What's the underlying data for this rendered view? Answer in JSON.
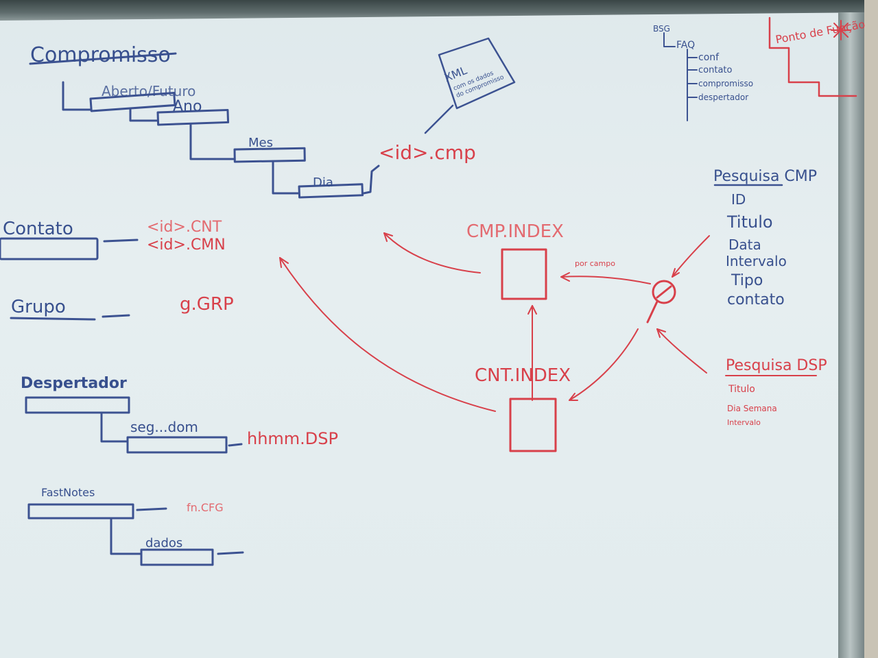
{
  "headings": {
    "compromisso": "Compromisso",
    "contato": "Contato",
    "grupo": "Grupo",
    "despertador": "Despertador",
    "fastnotes": "FastNotes",
    "pesquisa_cmp": "Pesquisa CMP",
    "pesquisa_dsp": "Pesquisa DSP",
    "ponto_funcao": "Ponto de Função"
  },
  "compromisso_tree": {
    "level1": "Aberto/Futuro",
    "level2": "Ano",
    "level3": "Mes",
    "level4": "Dia",
    "file": "<id>.cmp"
  },
  "xml_note": {
    "title": "XML",
    "line1": "com os dados",
    "line2": "do compromisso"
  },
  "contato_files": {
    "file1": "<id>.CNT",
    "file2": "<id>.CMN"
  },
  "grupo_file": "g.GRP",
  "despertador_tree": {
    "child": "seg...dom",
    "file": "hhmm.DSP"
  },
  "fastnotes_tree": {
    "config_file": "fn.CFG",
    "child": "dados"
  },
  "index": {
    "cmp": "CMP.INDEX",
    "cnt": "CNT.INDEX",
    "por_campo": "por campo"
  },
  "pesquisa_cmp_fields": [
    "ID",
    "Titulo",
    "Data",
    "Intervalo",
    "Tipo",
    "contato"
  ],
  "pesquisa_dsp_fields": [
    "Titulo",
    "Dia Semana",
    "Intervalo"
  ],
  "bsg_tree": {
    "root": "BSG",
    "child": "FAQ",
    "items": [
      "conf",
      "contato",
      "compromisso",
      "despertador"
    ]
  },
  "colors": {
    "blue_marker": "#38508e",
    "red_marker": "#d8404a",
    "board": "#e2ecee"
  },
  "icons": {
    "magnifier": "magnifier-icon",
    "star": "asterisk-icon"
  }
}
